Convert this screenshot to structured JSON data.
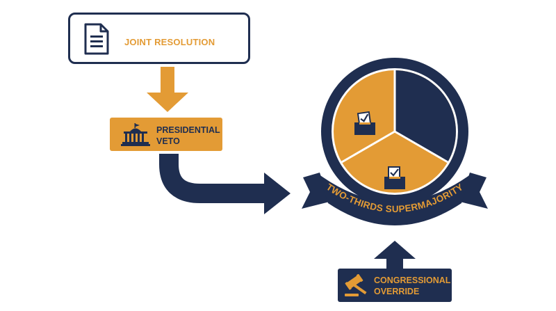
{
  "nodes": {
    "joint_resolution": {
      "label": "JOINT RESOLUTION",
      "icon": "document-icon"
    },
    "presidential_veto": {
      "label": "PRESIDENTIAL\nVETO",
      "icon": "capitol-building-icon"
    },
    "supermajority": {
      "label": "TWO-THIRDS SUPERMAJORITY",
      "icon": "ballot-box-icon",
      "segments": 3,
      "filled_segments": 2
    },
    "congressional_override": {
      "label": "CONGRESSIONAL\nOVERRIDE",
      "icon": "gavel-icon"
    }
  },
  "edges": [
    {
      "from": "joint_resolution",
      "to": "presidential_veto"
    },
    {
      "from": "presidential_veto",
      "to": "supermajority"
    },
    {
      "from": "congressional_override",
      "to": "supermajority"
    }
  ],
  "colors": {
    "navy": "#1f2e50",
    "orange": "#e39b35",
    "white": "#ffffff"
  }
}
